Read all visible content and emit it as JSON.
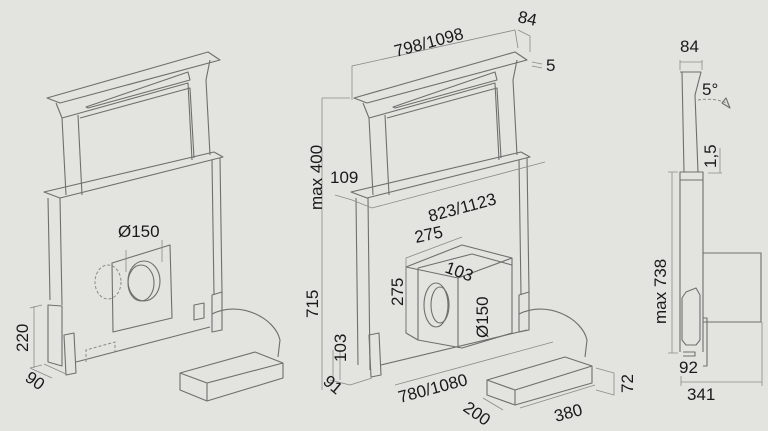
{
  "background_color": "#e3e4e0",
  "line_color": "#6f6f6c",
  "text_color": "#1a1a1a",
  "views": {
    "perspective_left": {
      "labels": {
        "duct_diameter": "Ø150",
        "foot_height": "220",
        "foot_depth": "90"
      }
    },
    "perspective_center": {
      "labels": {
        "top_width": "798/1098",
        "top_depth": "84",
        "top_offset": "5",
        "max_rise": "max 400",
        "top_frame_height": "109",
        "frame_width": "823/1123",
        "body_height": "715",
        "base_height": "103",
        "base_depth": "91",
        "base_width": "780/1080",
        "box_width": "275",
        "box_depth": "103",
        "box_height": "275",
        "box_duct": "Ø150",
        "motor_height": "72",
        "motor_depth": "200",
        "motor_width": "380"
      }
    },
    "side_view": {
      "labels": {
        "top_width": "84",
        "tilt_angle": "5°",
        "tilt_offset": "1,5",
        "max_height": "max 738",
        "base_depth": "92",
        "total_depth": "341"
      }
    }
  }
}
